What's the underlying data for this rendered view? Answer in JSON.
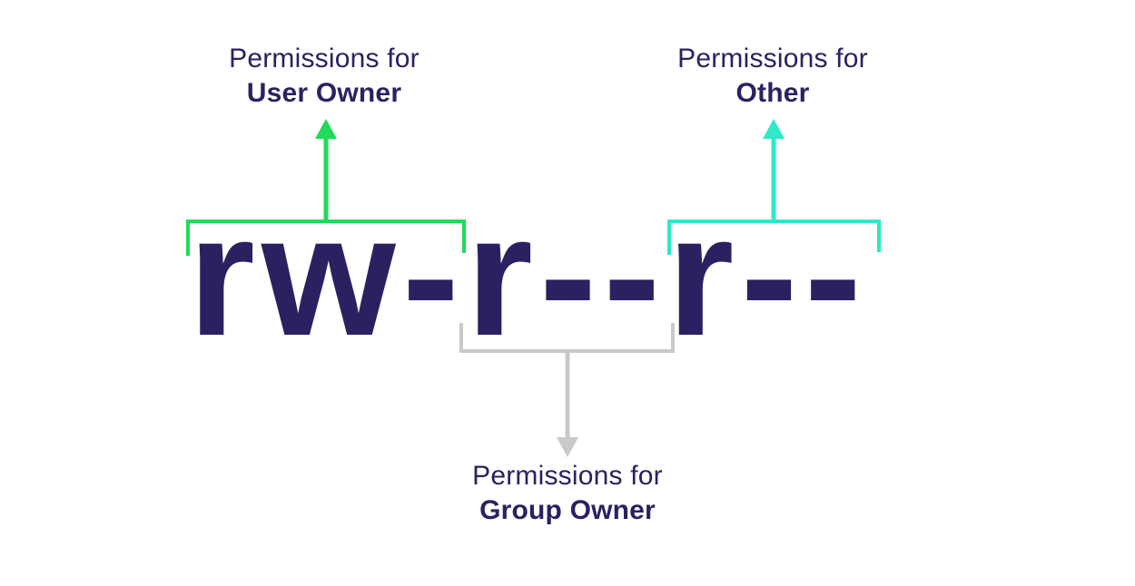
{
  "permission_string": {
    "full": "rw-r--r--",
    "user": "rw-",
    "group": "r--",
    "other": "r--"
  },
  "labels": {
    "user_owner": {
      "line1": "Permissions for",
      "line2": "User Owner"
    },
    "other": {
      "line1": "Permissions for",
      "line2": "Other"
    },
    "group_owner": {
      "line1": "Permissions for",
      "line2": "Group Owner"
    }
  },
  "colors": {
    "navy": "#2b2161",
    "green": "#1fdb58",
    "teal": "#2ee8c9",
    "gray": "#c9c9c9",
    "bg": "#ffffff"
  }
}
